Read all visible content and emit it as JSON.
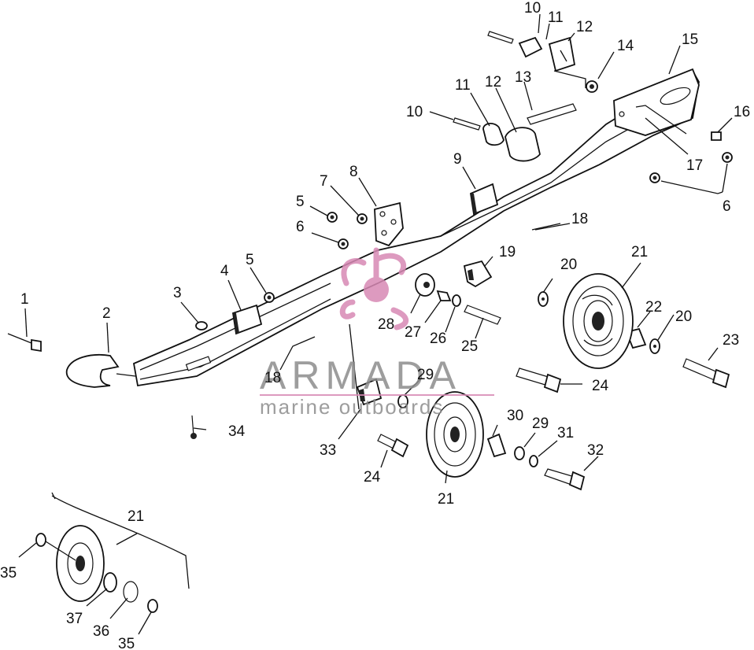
{
  "diagram": {
    "part_numbers": [
      "1",
      "2",
      "3",
      "4",
      "5",
      "5",
      "6",
      "6",
      "7",
      "8",
      "9",
      "10",
      "10",
      "11",
      "11",
      "12",
      "12",
      "13",
      "14",
      "15",
      "16",
      "17",
      "18",
      "18",
      "19",
      "20",
      "20",
      "21",
      "21",
      "21",
      "22",
      "23",
      "24",
      "24",
      "25",
      "26",
      "27",
      "28",
      "29",
      "29",
      "30",
      "31",
      "32",
      "33",
      "34",
      "35",
      "35",
      "36",
      "37"
    ]
  },
  "watermark": {
    "brand": "ARMADA",
    "tagline": "marine outboards",
    "colors": {
      "text": "#8c8c8c",
      "emblem": "#d889b5"
    }
  }
}
